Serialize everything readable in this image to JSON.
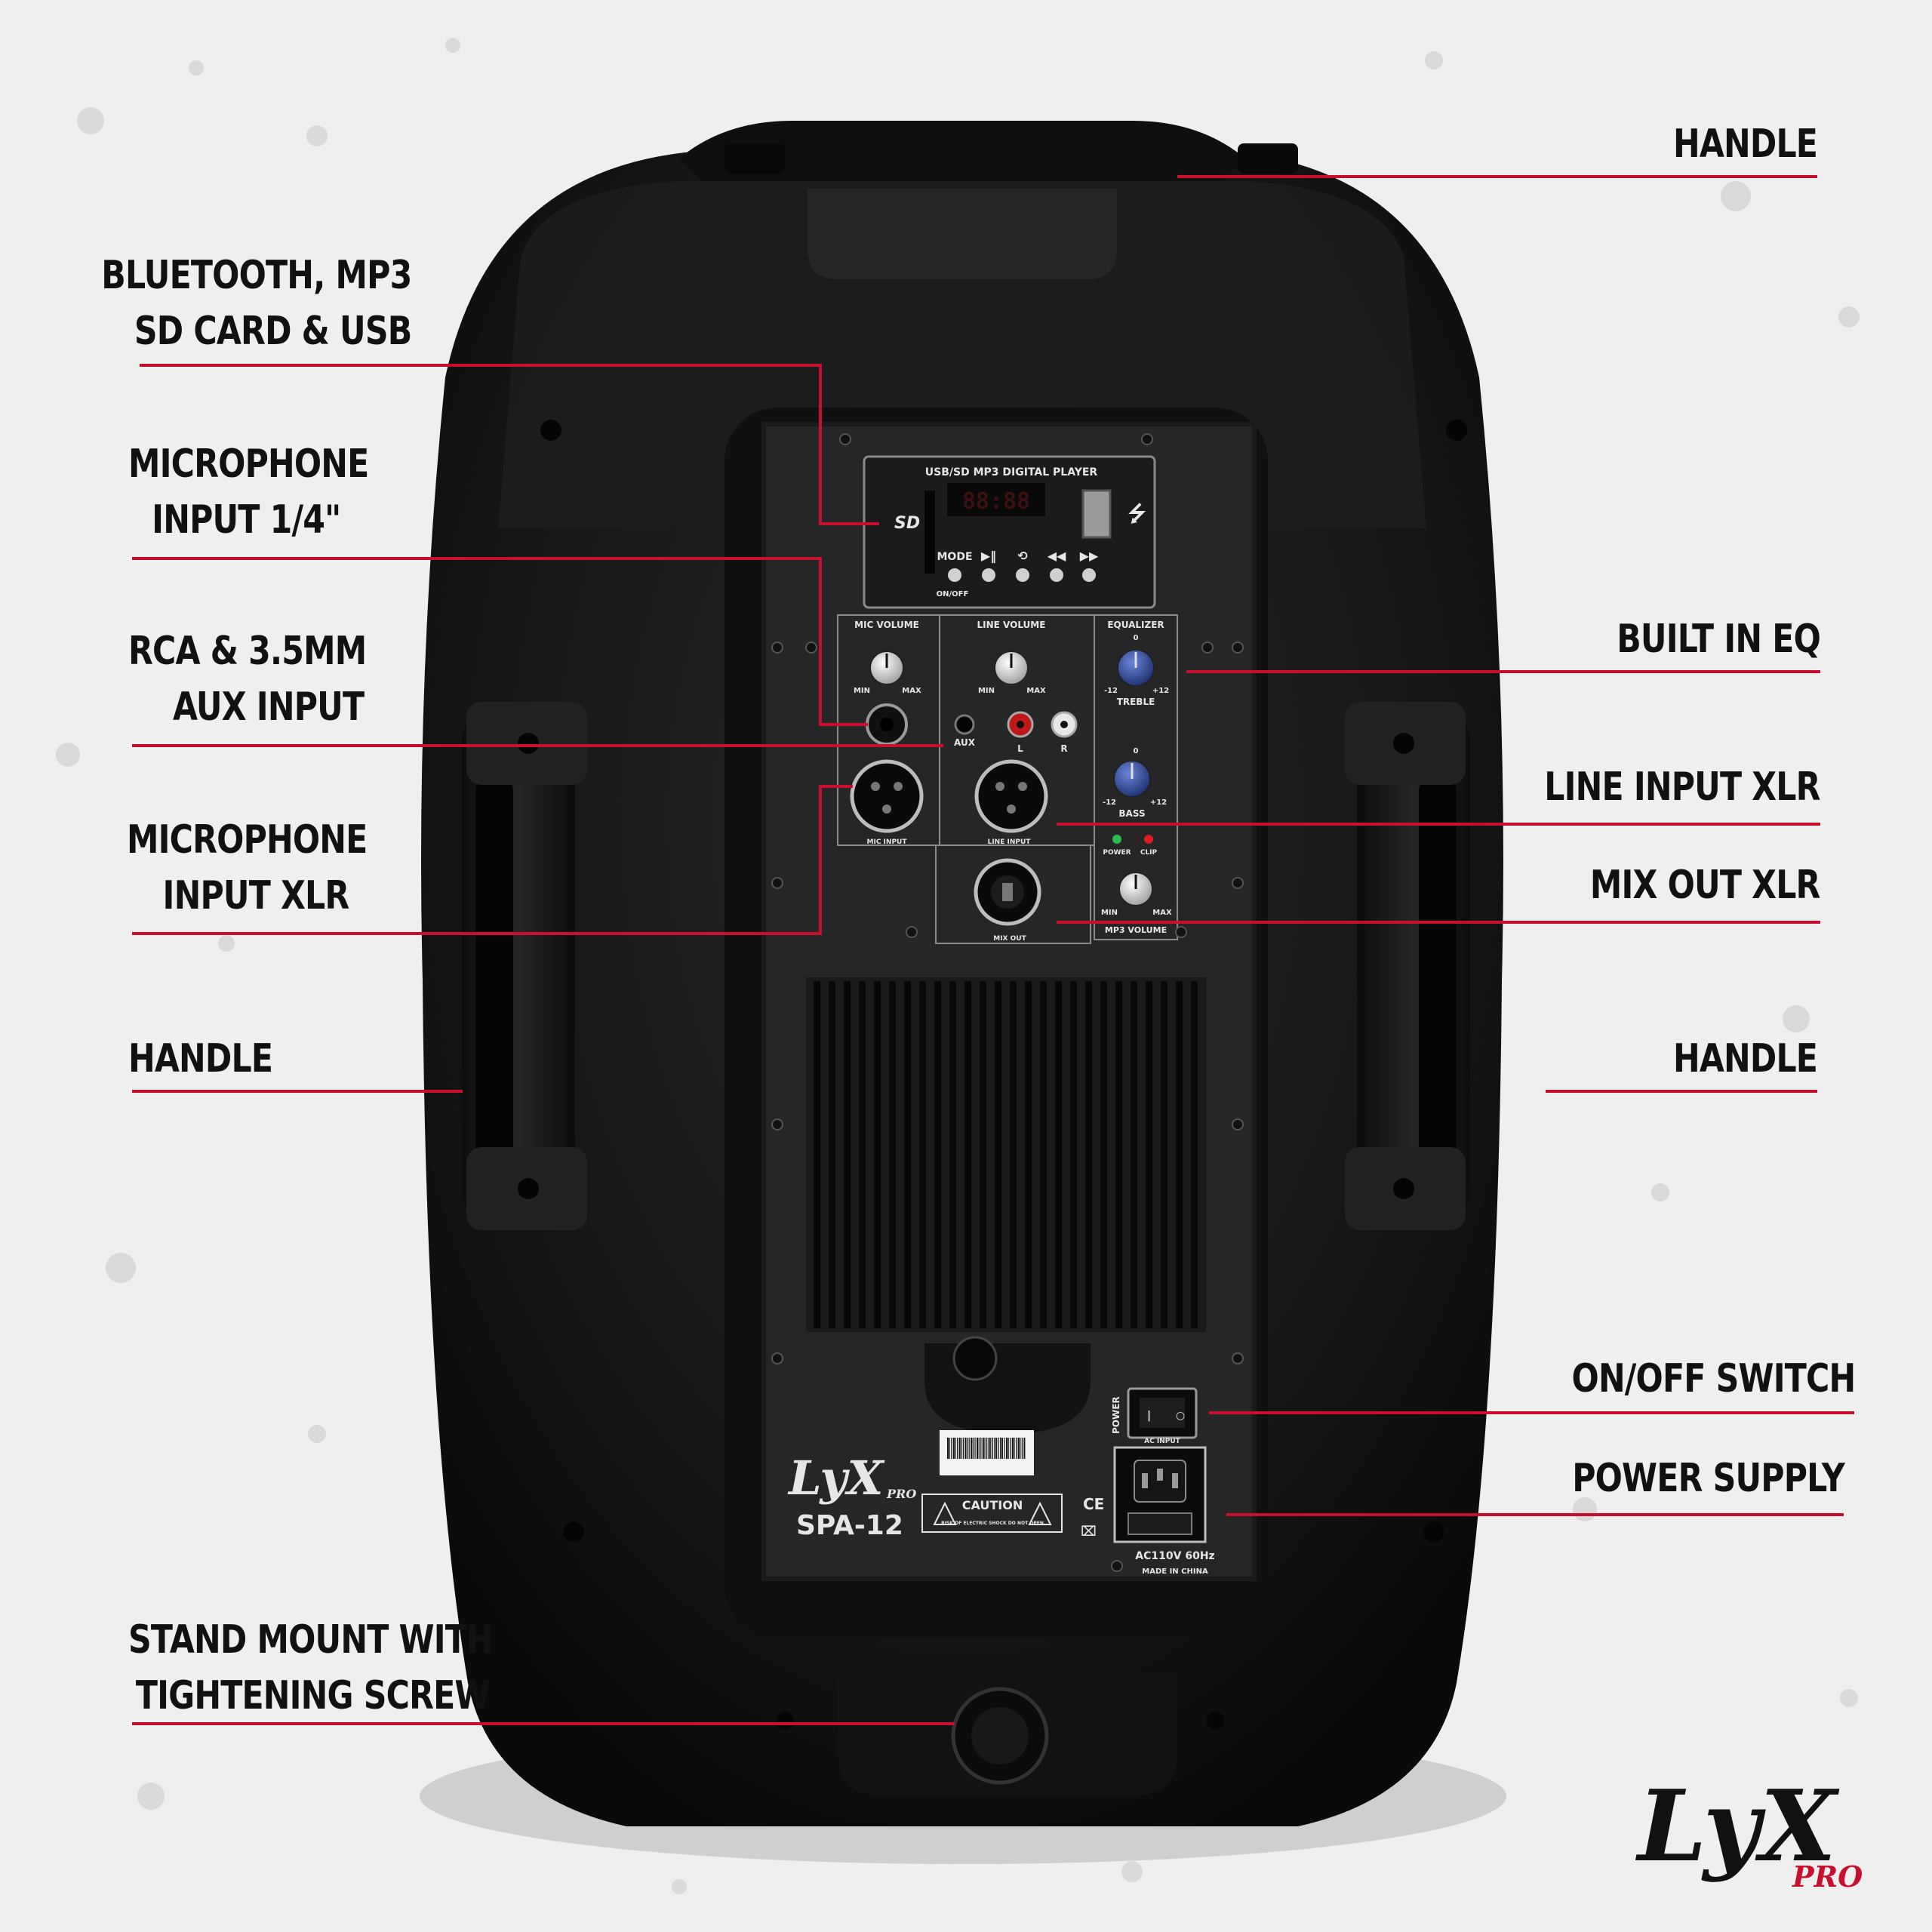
{
  "callouts": {
    "handle_top": "HANDLE",
    "bluetooth_line1": "BLUETOOTH, MP3",
    "bluetooth_line2": "SD CARD & USB",
    "mic_quarter_line1": "MICROPHONE",
    "mic_quarter_line2": "INPUT 1/4\"",
    "rca_line1": "RCA & 3.5MM",
    "rca_line2": "AUX INPUT",
    "mic_xlr_line1": "MICROPHONE",
    "mic_xlr_line2": "INPUT XLR",
    "handle_left": "HANDLE",
    "built_in_eq": "BUILT IN EQ",
    "line_input_xlr": "LINE INPUT XLR",
    "mix_out_xlr": "MIX OUT XLR",
    "handle_right": "HANDLE",
    "on_off_switch": "ON/OFF SWITCH",
    "power_supply": "POWER SUPPLY",
    "stand_line1": "STAND MOUNT WITH",
    "stand_line2": "TIGHTENING SCREW"
  },
  "panel": {
    "player_title": "USB/SD MP3 DIGITAL PLAYER",
    "display": "88:88",
    "sd_label": "SD",
    "mode_label": "MODE",
    "on_off_label": "ON/OFF",
    "mic_volume": "MIC VOLUME",
    "line_volume": "LINE VOLUME",
    "equalizer": "EQUALIZER",
    "min": "MIN",
    "max": "MAX",
    "minus12": "-12",
    "plus12": "+12",
    "zero": "0",
    "treble": "TREBLE",
    "bass": "BASS",
    "aux": "AUX",
    "l": "L",
    "r": "R",
    "mic_input": "MIC INPUT",
    "line_input": "LINE INPUT",
    "mix_out": "MIX OUT",
    "power_led": "POWER",
    "clip_led": "CLIP",
    "mp3_volume": "MP3 VOLUME",
    "power_switch": "POWER",
    "ac_input": "AC INPUT",
    "voltage": "AC110V  60Hz",
    "made_in": "MADE IN CHINA",
    "caution": "CAUTION",
    "caution_sub": "RISK OF ELECTRIC SHOCK DO NOT OPEN",
    "ce": "CE",
    "model": "SPA-12"
  },
  "brand": {
    "name": "LyX",
    "sub": "PRO"
  },
  "colors": {
    "background": "#efefef",
    "accent_line": "#c8102e",
    "speaker_body": "#161616",
    "panel": "#262626"
  }
}
